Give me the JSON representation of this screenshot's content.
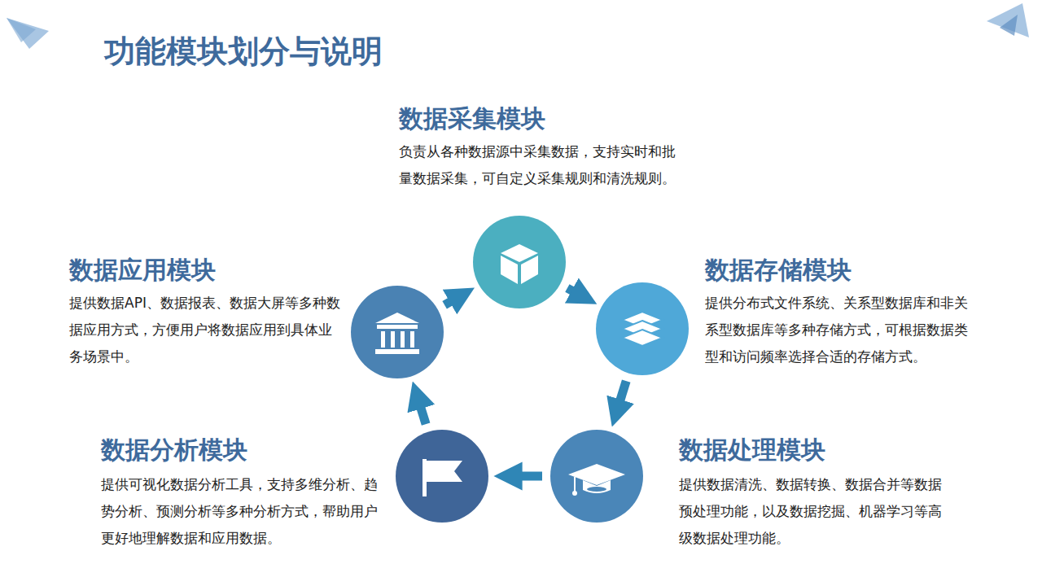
{
  "diagram": {
    "title": "功能模块划分与说明",
    "nodes": [
      {
        "text": [
          "数据采集模块",
          "负责从各种数据源中采集数据，支持实时和批量数据采集，可自定义采集规则和清洗规则。"
        ]
      },
      {
        "text": [
          "数据应用模块",
          "提供数据API、数据报表、数据大屏等多种数据应用方式，方便用户将数据应用到具体业务场景中。"
        ]
      },
      {
        "text": [
          "数据存储模块",
          "提供分布式文件系统、关系型数据库和非关系型数据库等多种存储方式，可根据数据类型和访问频率选择合适的存储方式。"
        ]
      },
      {
        "text": [
          "数据分析模块",
          "提供可视化数据分析工具，支持多维分析、趋势分析、预测分析等多种分析方式，帮助用户更好地理解数据和应用数据。"
        ]
      },
      {
        "text": [
          "数据处理模块",
          "提供数据清洗、数据转换、数据合并等数据预处理功能，以及数据挖掘、机器学习等高级数据处理功能。"
        ]
      }
    ],
    "edges": [
      {
        "from": 0,
        "to": 2,
        "arrow": "to"
      },
      {
        "from": 2,
        "to": 4,
        "arrow": "to"
      },
      {
        "from": 4,
        "to": 3,
        "arrow": "to"
      },
      {
        "from": 3,
        "to": 1,
        "arrow": "to"
      },
      {
        "from": 1,
        "to": 0,
        "arrow": "to"
      }
    ]
  }
}
